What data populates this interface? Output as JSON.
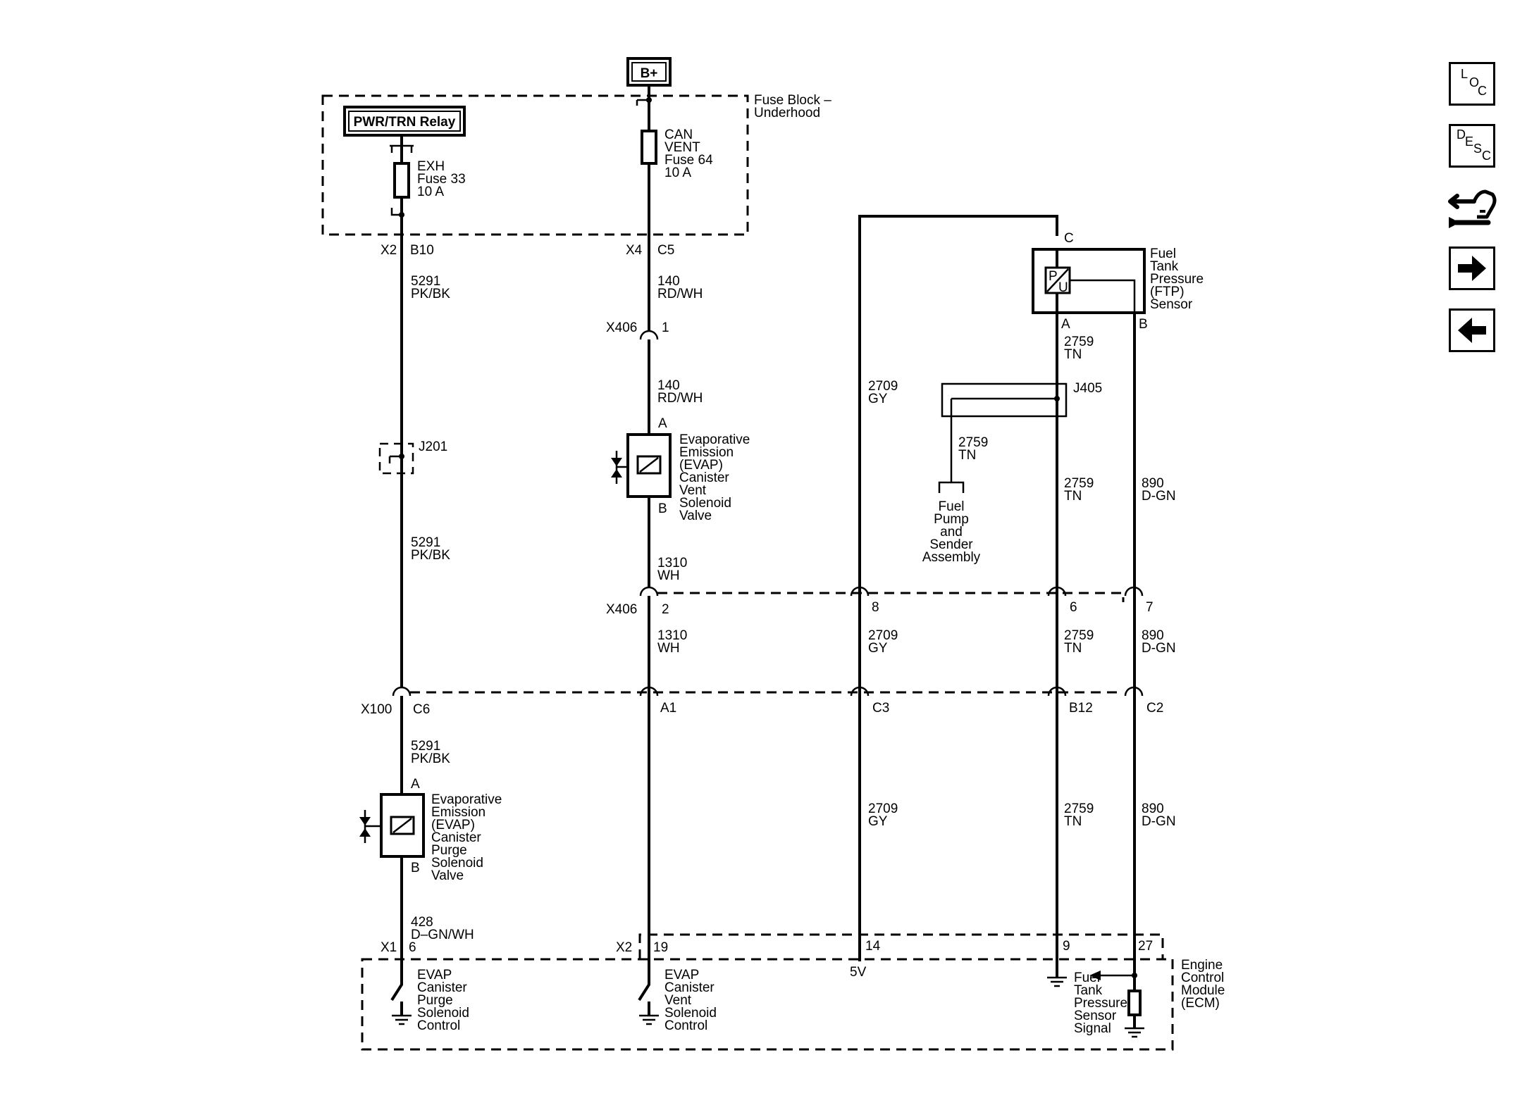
{
  "power": {
    "bplus": "B+"
  },
  "fuse_block": {
    "label": [
      "Fuse Block –",
      "Underhood"
    ],
    "relay": "PWR/TRN Relay",
    "fuse33": [
      "EXH",
      "Fuse 33",
      "10 A"
    ],
    "fuse64": [
      "CAN",
      "VENT",
      "Fuse 64",
      "10 A"
    ]
  },
  "connectors": {
    "x2": "X2",
    "b10": "B10",
    "x4": "X4",
    "c5": "C5",
    "x406": "X406",
    "x406_pin1": "1",
    "x406_pin2": "2",
    "x406_pin8": "8",
    "x406_pin6": "6",
    "x406_pin7": "7",
    "x100": "X100",
    "c6": "C6",
    "a1": "A1",
    "c3": "C3",
    "b12": "B12",
    "c2": "C2",
    "x1": "X1",
    "x1_pin6": "6",
    "x2b": "X2",
    "x2_pin19": "19",
    "pin14": "14",
    "pin9": "9",
    "pin27": "27",
    "j201": "J201",
    "j405": "J405"
  },
  "wires": {
    "w5291": [
      "5291",
      "PK/BK"
    ],
    "w140": [
      "140",
      "RD/WH"
    ],
    "w1310": [
      "1310",
      "WH"
    ],
    "w2709": [
      "2709",
      "GY"
    ],
    "w2759": [
      "2759",
      "TN"
    ],
    "w890": [
      "890",
      "D-GN"
    ],
    "w428": [
      "428",
      "D–GN/WH"
    ]
  },
  "components": {
    "vent_solenoid": [
      "Evaporative",
      "Emission",
      "(EVAP)",
      "Canister",
      "Vent",
      "Solenoid",
      "Valve"
    ],
    "purge_solenoid": [
      "Evaporative",
      "Emission",
      "(EVAP)",
      "Canister",
      "Purge",
      "Solenoid",
      "Valve"
    ],
    "ftp_sensor": [
      "Fuel",
      "Tank",
      "Pressure",
      "(FTP)",
      "Sensor"
    ],
    "fuel_pump": [
      "Fuel",
      "Pump",
      "and",
      "Sender",
      "Assembly"
    ],
    "pin_a": "A",
    "pin_b": "B",
    "pin_c": "C",
    "sensor_p": "P",
    "sensor_u": "U"
  },
  "ecm": {
    "label": [
      "Engine",
      "Control",
      "Module",
      "(ECM)"
    ],
    "purge_control": [
      "EVAP",
      "Canister",
      "Purge",
      "Solenoid",
      "Control"
    ],
    "vent_control": [
      "EVAP",
      "Canister",
      "Vent",
      "Solenoid",
      "Control"
    ],
    "ftp_signal": [
      "Fuel",
      "Tank",
      "Pressure",
      "Sensor",
      "Signal"
    ],
    "ref_5v": "5V"
  },
  "nav": {
    "loc": [
      "L",
      "O",
      "C"
    ],
    "desc": [
      "D",
      "E",
      "S",
      "C"
    ]
  }
}
